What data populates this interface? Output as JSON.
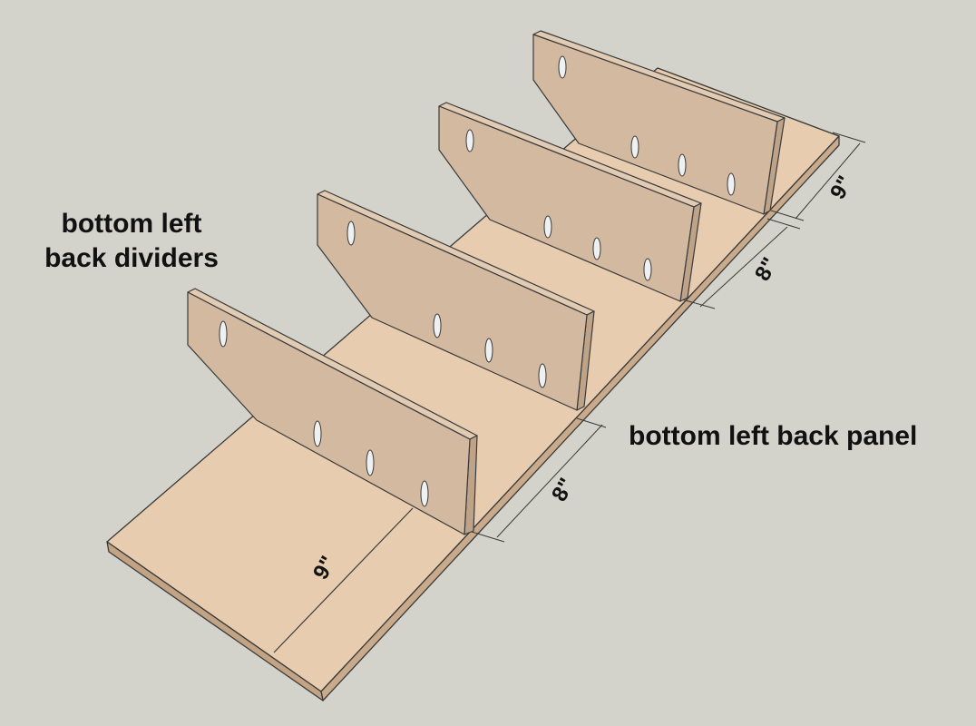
{
  "labels": {
    "dividers_line1": "bottom left",
    "dividers_line2": "back dividers",
    "panel": "bottom left back panel"
  },
  "dimensions": {
    "front_depth": "9\"",
    "spacing_1": "8\"",
    "spacing_2": "8\"",
    "back_depth": "9\""
  },
  "colors": {
    "background": "#d3d3cb",
    "panel_top": "#e7ccaf",
    "panel_edge": "#c9ab8c",
    "divider_face": "#d2b9a0",
    "divider_edge": "#e2cbb3",
    "outline": "#3a3a3a",
    "slot": "#eef0f2"
  }
}
